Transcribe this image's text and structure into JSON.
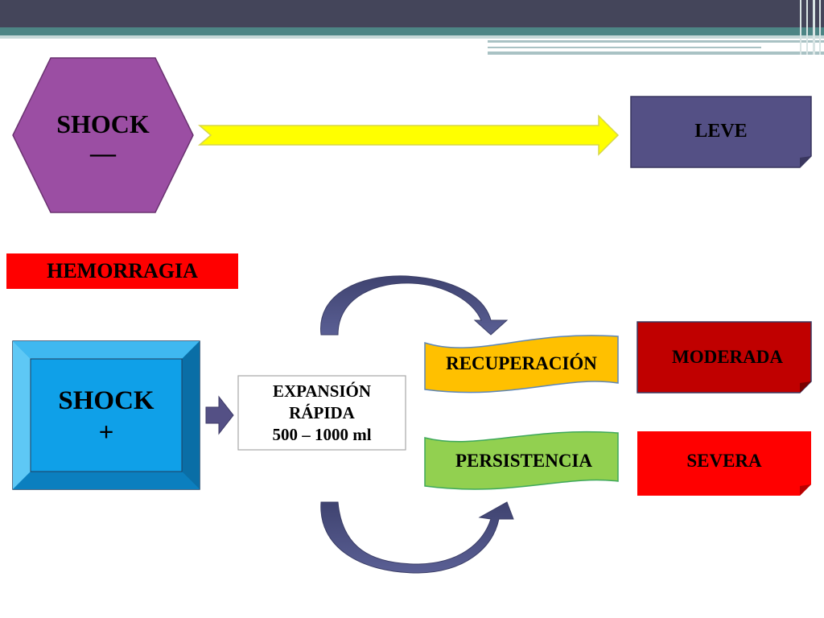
{
  "shock_negative": {
    "line1": "SHOCK",
    "line2": "—"
  },
  "shock_positive": {
    "line1": "SHOCK",
    "line2": "+"
  },
  "hemorragia": "HEMORRAGIA",
  "expansion": {
    "line1": "EXPANSIÓN",
    "line2": "RÁPIDA",
    "line3": "500 – 1000 ml"
  },
  "recuperacion": "RECUPERACIÓN",
  "persistencia": "PERSISTENCIA",
  "outcomes": {
    "leve": "LEVE",
    "moderada": "MODERADA",
    "severa": "SEVERA"
  },
  "colors": {
    "hexagon": "#9b4ea3",
    "yellow_arrow": "#ffff00",
    "leve": "#545085",
    "moderada": "#c00000",
    "severa": "#ff0000",
    "hemorragia": "#ff0000",
    "shock_box": "#0fa0e0",
    "recuperacion": "#ffc000",
    "persistencia": "#92d050",
    "curved_arrows": "#4a4e7e"
  }
}
